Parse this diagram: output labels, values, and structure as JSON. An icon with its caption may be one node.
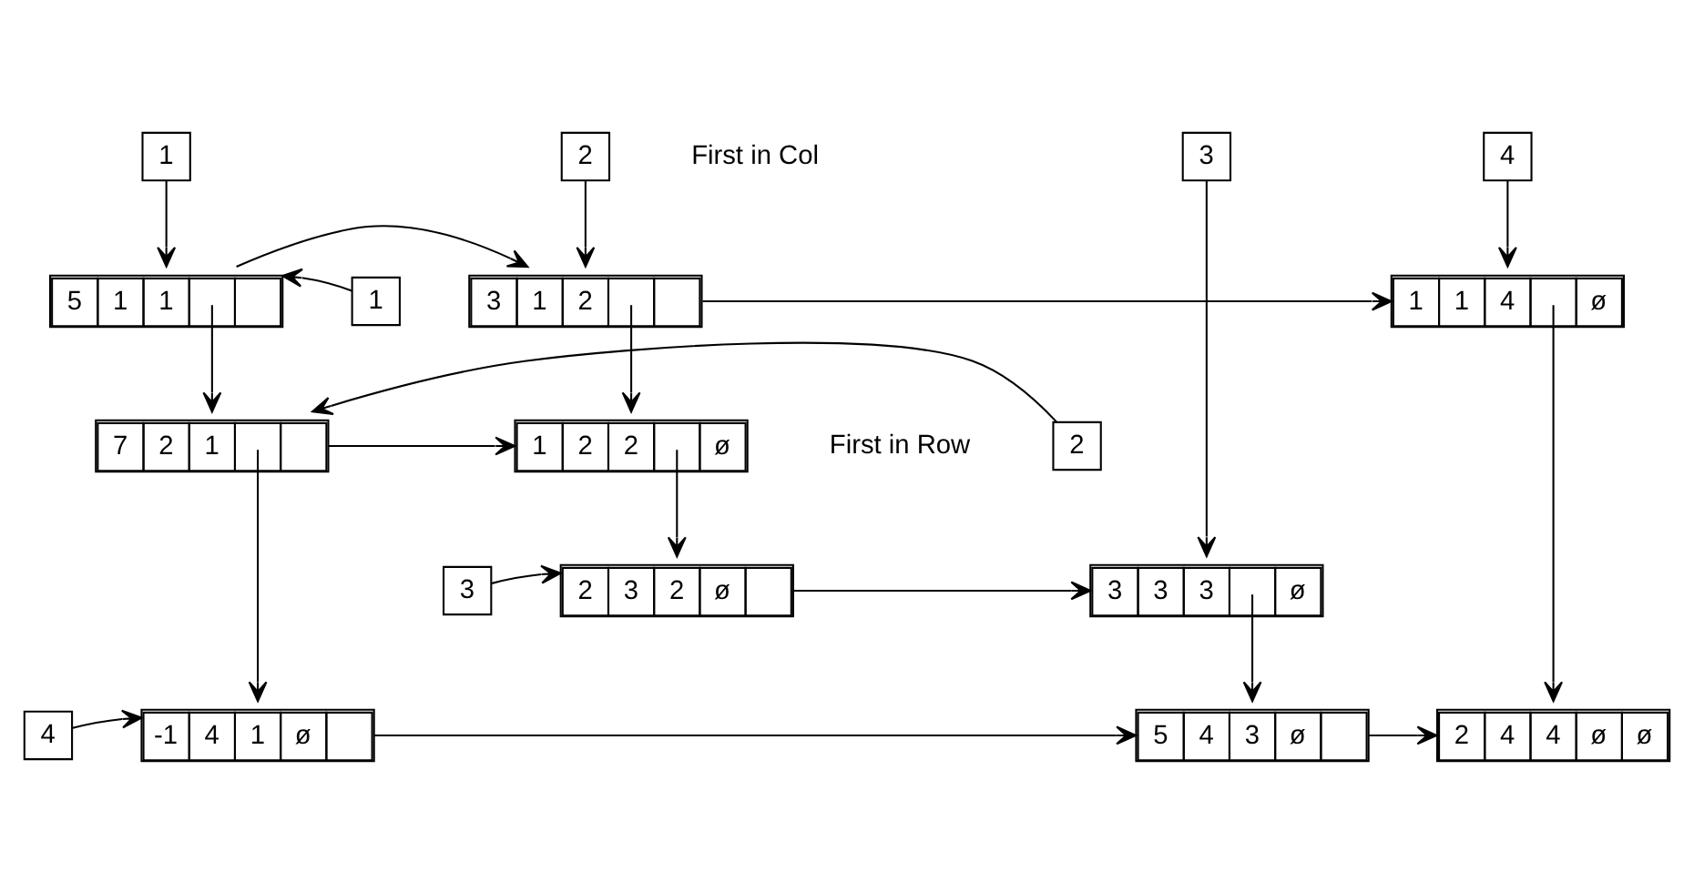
{
  "diagram": {
    "nodes": [
      {
        "text": [
          "1"
        ]
      },
      {
        "text": [
          "2"
        ]
      },
      {
        "text": [
          "3"
        ]
      },
      {
        "text": [
          "4"
        ]
      },
      {
        "text": [
          "1"
        ]
      },
      {
        "text": [
          "2"
        ]
      },
      {
        "text": [
          "3"
        ]
      },
      {
        "text": [
          "4"
        ]
      },
      {
        "text": [
          "5",
          "1",
          "1"
        ]
      },
      {
        "text": [
          "3",
          "1",
          "2"
        ]
      },
      {
        "text": [
          "1",
          "1",
          "4",
          "ø"
        ]
      },
      {
        "text": [
          "7",
          "2",
          "1"
        ]
      },
      {
        "text": [
          "1",
          "2",
          "2",
          "ø"
        ]
      },
      {
        "text": [
          "2",
          "3",
          "2",
          "ø"
        ]
      },
      {
        "text": [
          "3",
          "3",
          "3",
          "ø"
        ]
      },
      {
        "text": [
          "-1",
          "4",
          "1",
          "ø"
        ]
      },
      {
        "text": [
          "5",
          "4",
          "3",
          "ø"
        ]
      },
      {
        "text": [
          "2",
          "4",
          "4",
          "ø",
          "ø"
        ]
      }
    ],
    "edges": [
      {
        "from": 0,
        "to": 8,
        "arrow": "to"
      },
      {
        "from": 1,
        "to": 9,
        "arrow": "to"
      },
      {
        "from": 2,
        "to": 14,
        "arrow": "to"
      },
      {
        "from": 3,
        "to": 10,
        "arrow": "to"
      },
      {
        "from": 4,
        "to": 8,
        "arrow": "to"
      },
      {
        "from": 8,
        "to": 9,
        "arrow": "to"
      },
      {
        "from": 9,
        "to": 10,
        "arrow": "to"
      },
      {
        "from": 8,
        "to": 11,
        "arrow": "to"
      },
      {
        "from": 9,
        "to": 12,
        "arrow": "to"
      },
      {
        "from": 10,
        "to": 17,
        "arrow": "to"
      },
      {
        "from": 5,
        "to": 11,
        "arrow": "to"
      },
      {
        "from": 11,
        "to": 12,
        "arrow": "to"
      },
      {
        "from": 11,
        "to": 15,
        "arrow": "to"
      },
      {
        "from": 12,
        "to": 13,
        "arrow": "to"
      },
      {
        "from": 6,
        "to": 13,
        "arrow": "to"
      },
      {
        "from": 13,
        "to": 14,
        "arrow": "to"
      },
      {
        "from": 14,
        "to": 16,
        "arrow": "to"
      },
      {
        "from": 7,
        "to": 15,
        "arrow": "to"
      },
      {
        "from": 15,
        "to": 16,
        "arrow": "to"
      },
      {
        "from": 16,
        "to": 17,
        "arrow": "to"
      }
    ],
    "labels": [
      "First in Col",
      "First in Row"
    ]
  }
}
